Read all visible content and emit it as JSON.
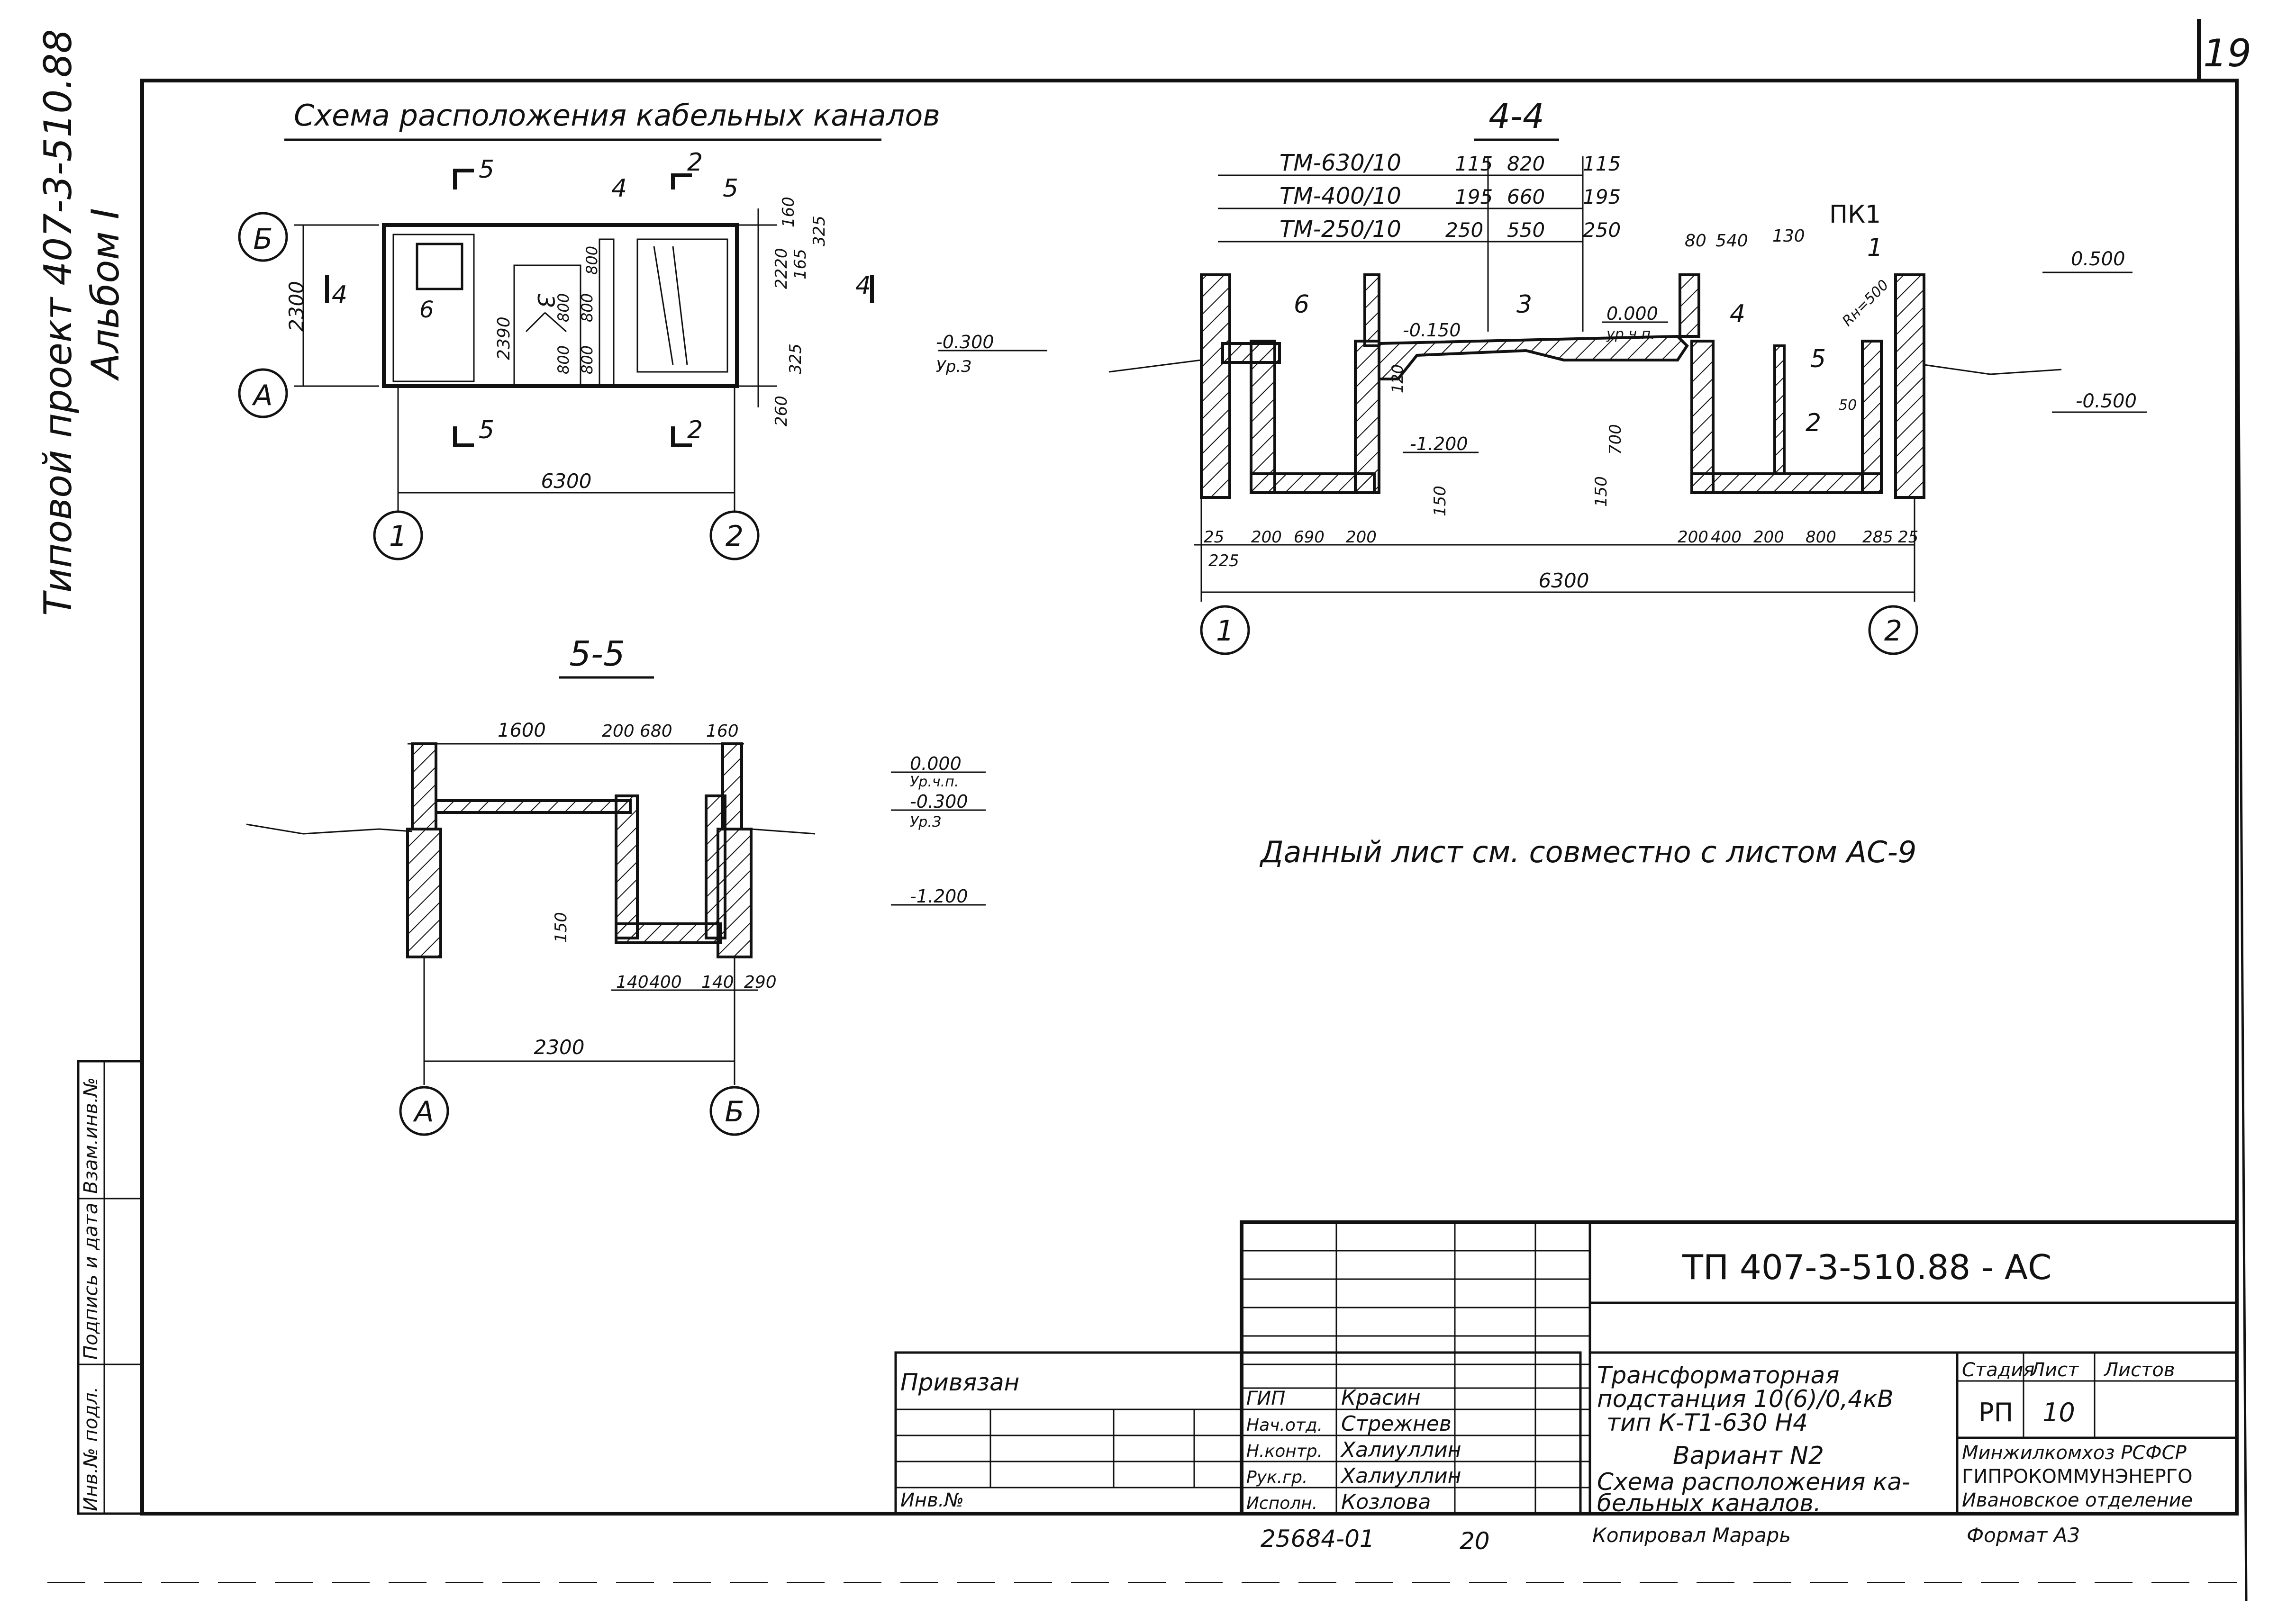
{
  "page": {
    "number": "19"
  },
  "colors": {
    "ink": "#111111",
    "paper": "#ffffff"
  },
  "sidebar": {
    "project": "Типовой проект 407-3-510.88",
    "album": "Альбом I"
  },
  "left_stamp": {
    "cells": [
      "Взам.инв.№",
      "Подпись и дата",
      "Инв.№ подл."
    ]
  },
  "plan": {
    "title": "Схема расположения кабельных каналов",
    "axes": {
      "b": "Б",
      "a": "А",
      "one": "1",
      "two": "2"
    },
    "dims": {
      "width": "6300",
      "depth": "2300",
      "d_2390": "2390",
      "d_800a": "800",
      "d_800b": "800",
      "d_800c": "800",
      "d_800d": "800",
      "d_800e": "800",
      "d_160": "160",
      "d_325a": "325",
      "d_165": "165",
      "d_2220": "2220",
      "d_325b": "325",
      "d_260": "260"
    },
    "cuts": {
      "c5a": "5",
      "c5b": "5",
      "c2a": "2",
      "c2b": "2",
      "c4a": "4",
      "c4b": "4"
    },
    "marks": {
      "m6": "6",
      "m3": "3",
      "m4": "4",
      "m5": "5"
    }
  },
  "section44": {
    "title": "4-4",
    "tm_rows": [
      {
        "name": "ТМ-630/10",
        "a": "115",
        "b": "820",
        "c": "115"
      },
      {
        "name": "ТМ-400/10",
        "a": "195",
        "b": "660",
        "c": "195"
      },
      {
        "name": "ТМ-250/10",
        "a": "250",
        "b": "550",
        "c": "250"
      }
    ],
    "levels": {
      "l_0300": "-0.300",
      "l_upz": "Ур.З",
      "l_0150": "-0.150",
      "l_0000": "0.000",
      "l_ucp": "ур.ч.п.",
      "l_1200": "-1.200",
      "l_0500a": "0.500",
      "l_0500b": "-0.500"
    },
    "labels": {
      "pk1": "ПК1",
      "r": "Rн=500",
      "n6": "6",
      "n3": "3",
      "n4": "4",
      "n1": "1",
      "n5": "5",
      "n2": "2",
      "n50": "50",
      "n120": "120",
      "n150a": "150",
      "n150b": "150",
      "n700": "700"
    },
    "top_dims": [
      "80",
      "540",
      "130"
    ],
    "bottom_dims": [
      "25",
      "200",
      "690",
      "200",
      "200",
      "400",
      "200",
      "800",
      "285",
      "25"
    ],
    "dim_225": "225",
    "total": "6300",
    "axis_one": "1",
    "axis_two": "2"
  },
  "section55": {
    "title": "5-5",
    "top_dims": [
      "1600",
      "200",
      "680",
      "160"
    ],
    "levels": {
      "l_0000": "0.000",
      "l_ucp": "Ур.ч.п.",
      "l_0300": "-0.300",
      "l_upz": "Ур.З",
      "l_1200": "-1.200"
    },
    "bottom_dims": [
      "140",
      "400",
      "140",
      "290"
    ],
    "dim_150": "150",
    "total": "2300",
    "axis_a": "А",
    "axis_b": "Б"
  },
  "note": "Данный лист см. совместно с листом АС-9",
  "title_block": {
    "code": "ТП   407-3-510.88 - АС",
    "privyazan": "Привязан",
    "inv": "Инв.№",
    "staff": [
      {
        "role": "ГИП",
        "name": "Красин"
      },
      {
        "role": "Нач.отд.",
        "name": "Стрежнев"
      },
      {
        "role": "Н.контр.",
        "name": "Халиуллин"
      },
      {
        "role": "Рук.гр.",
        "name": "Халиуллин"
      },
      {
        "role": "Исполн.",
        "name": "Козлова"
      }
    ],
    "object": [
      "Трансформаторная",
      "подстанция 10(6)/0,4кВ",
      "тип К-Т1-630 Н4"
    ],
    "sheet_title": [
      "Вариант N2",
      "Схема расположения ка-",
      "бельных каналов."
    ],
    "hdr_stage": "Стадия",
    "hdr_sheet": "Лист",
    "hdr_sheets": "Листов",
    "stage": "РП",
    "sheet": "10",
    "org": [
      "Минжилкомхоз РСФСР",
      "ГИПРОКОММУНЭНЕРГО",
      "Ивановское отделение"
    ],
    "copied": "Копировал  Марарь",
    "format": "Формат А3",
    "archive": "25684-01",
    "archive_page": "20"
  }
}
